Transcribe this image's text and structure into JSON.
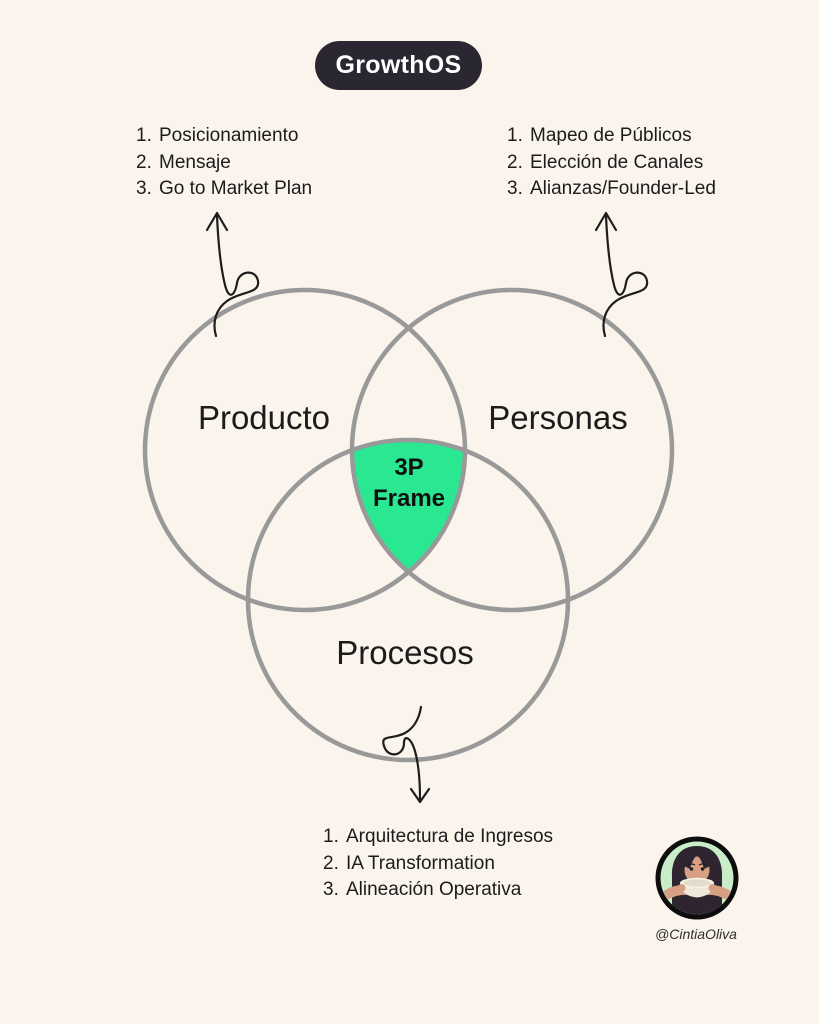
{
  "badge": {
    "label": "GrowthOS"
  },
  "venn": {
    "producto_label": "Producto",
    "personas_label": "Personas",
    "procesos_label": "Procesos",
    "center_line1": "3P",
    "center_line2": "Frame"
  },
  "lists": {
    "producto": {
      "items": [
        {
          "num": "1.",
          "text": "Posicionamiento"
        },
        {
          "num": "2.",
          "text": "Mensaje"
        },
        {
          "num": "3.",
          "text": "Go to Market Plan"
        }
      ]
    },
    "personas": {
      "items": [
        {
          "num": "1.",
          "text": "Mapeo de Públicos"
        },
        {
          "num": "2.",
          "text": "Elección de Canales"
        },
        {
          "num": "3.",
          "text": "Alianzas/Founder-Led"
        }
      ]
    },
    "procesos": {
      "items": [
        {
          "num": "1.",
          "text": "Arquitectura de Ingresos"
        },
        {
          "num": "2.",
          "text": "IA Transformation"
        },
        {
          "num": "3.",
          "text": "Alineación Operativa"
        }
      ]
    }
  },
  "footer": {
    "handle": "@CintiaOliva"
  },
  "colors": {
    "background": "#FAF4EC",
    "badge_bg": "#2A2733",
    "badge_text": "#FFFFFF",
    "circle_stroke": "#999999",
    "center_fill": "#2AE792",
    "text": "#1C1C1C",
    "arrow": "#1D1D1D"
  }
}
